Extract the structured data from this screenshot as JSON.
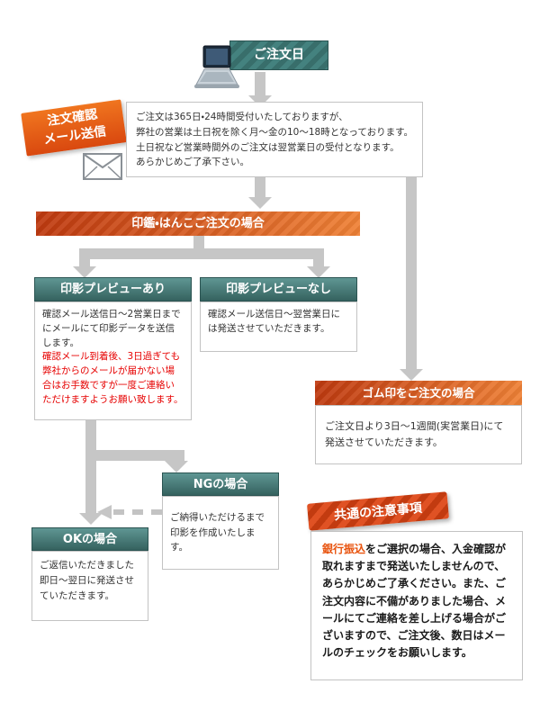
{
  "colors": {
    "teal": "#3d7a77",
    "banner_orange_left": "#bf3a10",
    "banner_orange_right": "#ef8136",
    "label_orange": "#d9480f",
    "notes_red": "#c23b10",
    "warning_red": "#e60000",
    "highlight_orange": "#e8530e",
    "arrow_gray": "#c6c6c6"
  },
  "icons": {
    "laptop": "laptop-icon",
    "envelope": "envelope-icon"
  },
  "flow": {
    "order_date": {
      "label": "ご注文日"
    },
    "order_confirm": {
      "line1": "注文確認",
      "line2": "メール送信"
    },
    "reception_note": {
      "lines": [
        "ご注文は365日・24時間受付いたしておりますが、",
        "弊社の営業は土日祝を除く月〜金の10〜18時となっております。",
        "土日祝など営業時間外のご注文は翌営業日の受付となります。",
        "あらかじめご了承下さい。"
      ]
    },
    "hanko_banner": {
      "label": "印鑑・はんこご注文の場合"
    },
    "preview_yes": {
      "label": "印影プレビューあり",
      "body": "確認メール送信日〜2営業日までにメールにて印影データを送信します。",
      "warning": "確認メール到着後、3日過ぎても弊社からのメールが届かない場合はお手数ですが一度ご連絡いただけますようお願い致します。"
    },
    "preview_no": {
      "label": "印影プレビューなし",
      "body": "確認メール送信日〜翌営業日には発送させていただきます。"
    },
    "rubber": {
      "label": "ゴム印をご注文の場合",
      "body": "ご注文日より3日〜1週間(実営業日)にて発送させていただきます。"
    },
    "ng": {
      "label": "NGの場合",
      "body": "ご納得いただけるまで印影を作成いたします。"
    },
    "ok": {
      "label": "OKの場合",
      "body": "ご返信いただきました即日〜翌日に発送させていただきます。"
    },
    "notes": {
      "title": "共通の注意事項",
      "highlight": "銀行振込",
      "body": "をご選択の場合、入金確認が取れますまで発送いたしませんので、あらかじめご了承ください。また、ご注文内容に不備がありました場合、メールにてご連絡を差し上げる場合がございますので、ご注文後、数日はメールのチェックをお願いします。"
    }
  }
}
